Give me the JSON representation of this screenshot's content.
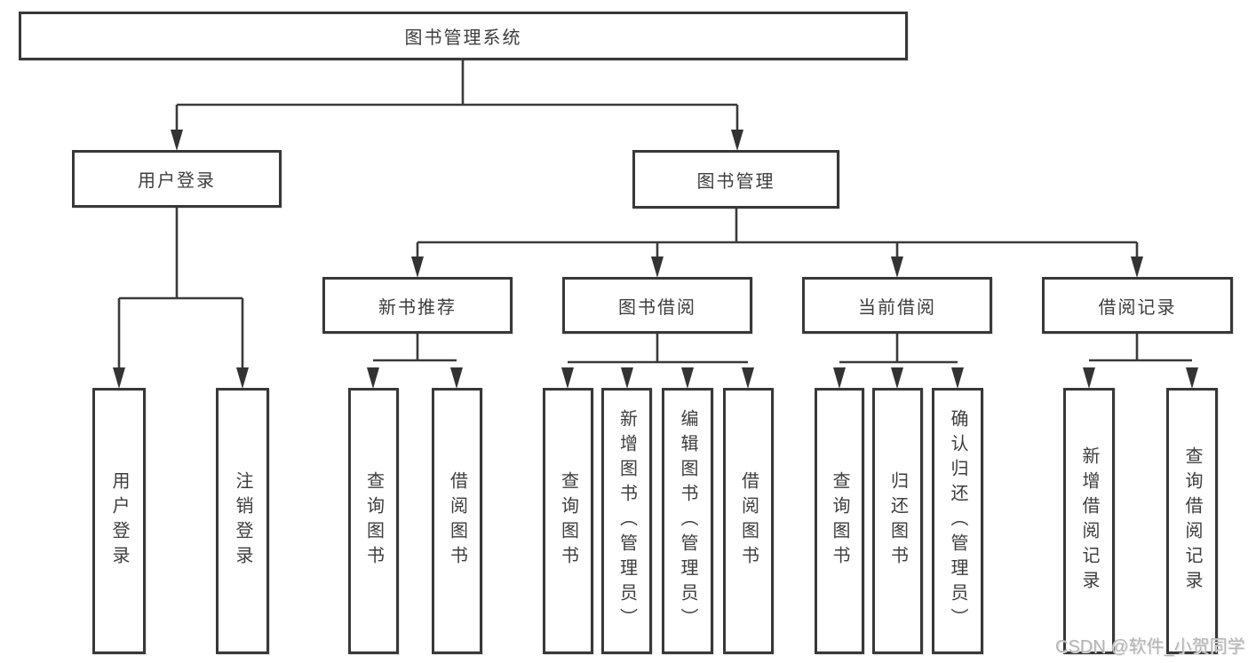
{
  "diagram": {
    "watermark": "CSDN @软件_小贺同学",
    "colors": {
      "line": "#3a3a3a",
      "box_border": "#383838",
      "text": "#3d3d3d",
      "watermark": "#b5b5b5",
      "background": "#ffffff"
    }
  },
  "tree": {
    "label": "图书管理系统",
    "children": [
      {
        "label": "用户登录",
        "children": [
          {
            "label": "用户登录"
          },
          {
            "label": "注销登录"
          }
        ]
      },
      {
        "label": "图书管理",
        "children": [
          {
            "label": "新书推荐",
            "children": [
              {
                "label": "查询图书"
              },
              {
                "label": "借阅图书"
              }
            ]
          },
          {
            "label": "图书借阅",
            "children": [
              {
                "label": "查询图书"
              },
              {
                "label": "新增图书（管理员）"
              },
              {
                "label": "编辑图书（管理员）"
              },
              {
                "label": "借阅图书"
              }
            ]
          },
          {
            "label": "当前借阅",
            "children": [
              {
                "label": "查询图书"
              },
              {
                "label": "归还图书"
              },
              {
                "label": "确认归还（管理员）"
              }
            ]
          },
          {
            "label": "借阅记录",
            "children": [
              {
                "label": "新增借阅记录"
              },
              {
                "label": "查询借阅记录"
              }
            ]
          }
        ]
      }
    ]
  }
}
